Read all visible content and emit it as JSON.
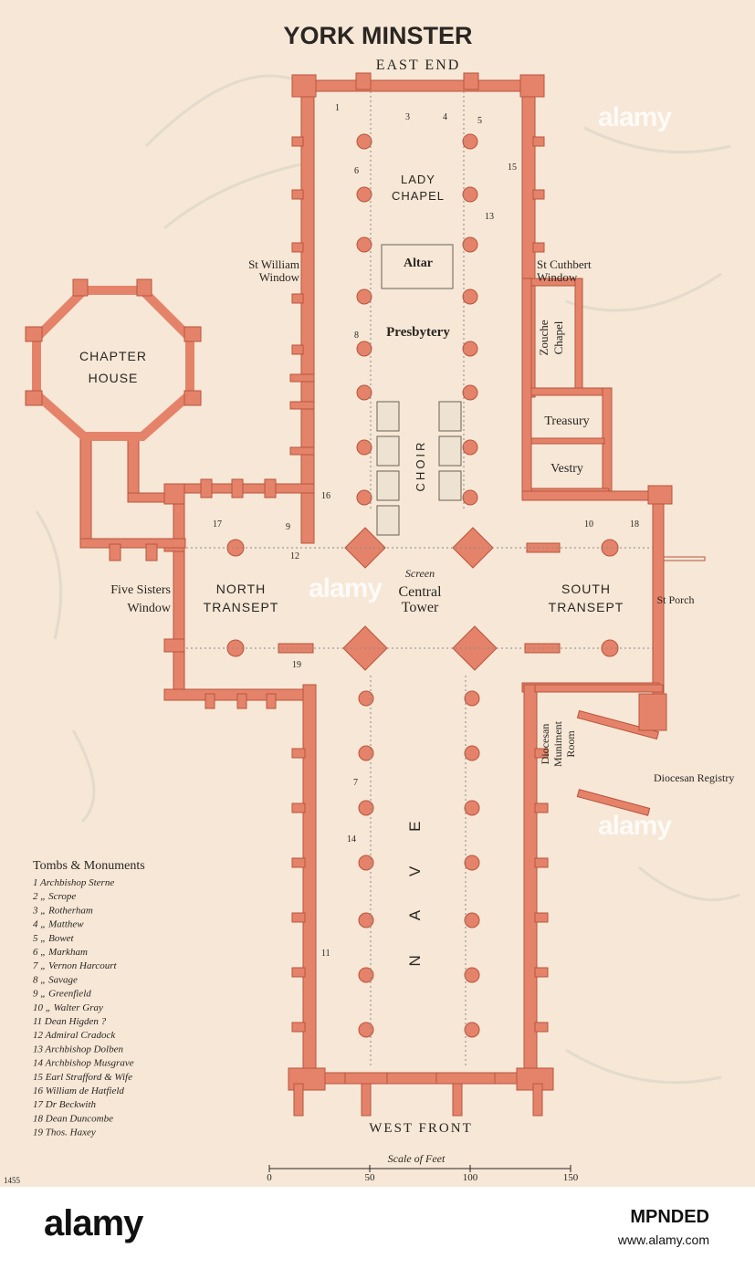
{
  "map": {
    "title": "YORK MINSTER",
    "east_end": "EAST END",
    "west_front": "WEST FRONT",
    "plate_number": "1455",
    "labels": {
      "lady_chapel_1": "LADY",
      "lady_chapel_2": "CHAPEL",
      "altar": "Altar",
      "presbytery": "Presbytery",
      "choir": "CHOIR",
      "screen": "Screen",
      "central_tower_1": "Central",
      "central_tower_2": "Tower",
      "north_transept_1": "NORTH",
      "north_transept_2": "TRANSEPT",
      "south_transept_1": "SOUTH",
      "south_transept_2": "TRANSEPT",
      "nave": "NAVE",
      "chapter_house_1": "CHAPTER",
      "chapter_house_2": "HOUSE",
      "st_william_1": "St William",
      "st_william_2": "Window",
      "st_cuthbert_1": "St Cuthbert",
      "st_cuthbert_2": "Window",
      "zouche_1": "Zouche",
      "zouche_2": "Chapel",
      "treasury": "Treasury",
      "vestry": "Vestry",
      "s_porch": "St Porch",
      "five_sisters_1": "Five Sisters",
      "five_sisters_2": "Window",
      "diocesan_muniment_1": "Diocesan",
      "diocesan_muniment_2": "Muniment",
      "diocesan_muniment_3": "Room",
      "diocesan_registry": "Diocesan Registry"
    },
    "numbers": [
      "1",
      "3",
      "4",
      "5",
      "6",
      "8",
      "13",
      "15",
      "16",
      "17",
      "9",
      "12",
      "10",
      "18",
      "19",
      "7",
      "14",
      "11"
    ],
    "legend": {
      "title": "Tombs & Monuments",
      "items": [
        "1  Archbishop Sterne",
        "2      „     Scrope",
        "3      „     Rotherham",
        "4      „     Matthew",
        "5      „     Bowet",
        "6      „     Markham",
        "7      „     Vernon Harcourt",
        "8      „     Savage",
        "9      „     Greenfield",
        "10    „     Walter Gray",
        "11 Dean Higden ?",
        "12 Admiral Cradock",
        "13 Archbishop Dolben",
        "14 Archbishop Musgrave",
        "15 Earl Strafford & Wife",
        "16 William de Hatfield",
        "17 Dr Beckwith",
        "18 Dean Duncombe",
        "19 Thos. Haxey"
      ]
    },
    "scale": {
      "title": "Scale of Feet",
      "ticks": [
        "0",
        "50",
        "100",
        "150"
      ]
    },
    "colors": {
      "paper": "#f6e7d6",
      "walls": "#e5836a",
      "wall_edge": "#b8543d",
      "ink": "#2a2622"
    }
  },
  "watermark": "alamy",
  "footer": {
    "logo": "alamy",
    "image_id": "MPNDED",
    "url": "www.alamy.com"
  }
}
